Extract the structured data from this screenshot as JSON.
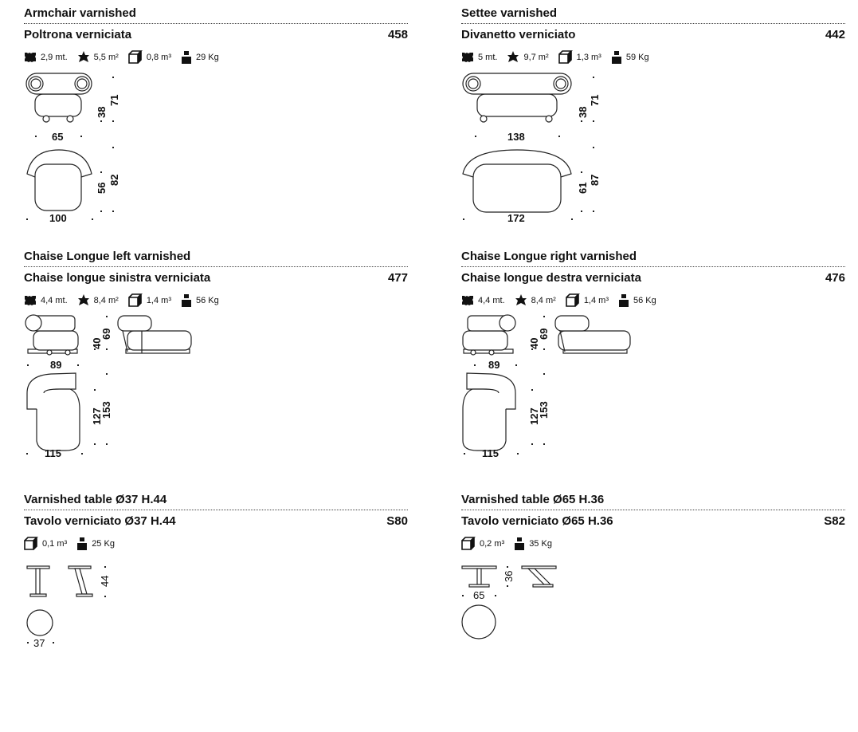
{
  "products": [
    {
      "title_en": "Armchair varnished",
      "title_it": "Poltrona verniciata",
      "code": "458",
      "specs": {
        "leather": "2,9 mt.",
        "fabric": "5,5 m²",
        "volume": "0,8 m³",
        "weight": "29 Kg"
      },
      "dims": {
        "front_width": "65",
        "seat_height": "38",
        "height": "71",
        "width": "100",
        "seat_depth": "56",
        "depth": "82"
      }
    },
    {
      "title_en": "Settee varnished",
      "title_it": "Divanetto verniciato",
      "code": "442",
      "specs": {
        "leather": "5 mt.",
        "fabric": "9,7 m²",
        "volume": "1,3 m³",
        "weight": "59 Kg"
      },
      "dims": {
        "front_width": "138",
        "seat_height": "38",
        "height": "71",
        "width": "172",
        "seat_depth": "61",
        "depth": "87"
      }
    },
    {
      "title_en": "Chaise Longue left varnished",
      "title_it": "Chaise longue sinistra verniciata",
      "code": "477",
      "specs": {
        "leather": "4,4 mt.",
        "fabric": "8,4 m²",
        "volume": "1,4 m³",
        "weight": "56 Kg"
      },
      "dims": {
        "front_width": "89",
        "seat_height": "40",
        "height": "69",
        "width": "115",
        "seat_depth": "127",
        "depth": "153"
      }
    },
    {
      "title_en": "Chaise Longue right varnished",
      "title_it": "Chaise longue destra verniciata",
      "code": "476",
      "specs": {
        "leather": "4,4 mt.",
        "fabric": "8,4 m²",
        "volume": "1,4 m³",
        "weight": "56 Kg"
      },
      "dims": {
        "front_width": "89",
        "seat_height": "40",
        "height": "69",
        "width": "115",
        "seat_depth": "127",
        "depth": "153"
      }
    },
    {
      "title_en": "Varnished table Ø37 H.44",
      "title_it": "Tavolo verniciato Ø37 H.44",
      "code": "S80",
      "specs": {
        "volume": "0,1 m³",
        "weight": "25 Kg"
      },
      "dims": {
        "height": "44",
        "diameter": "37"
      }
    },
    {
      "title_en": "Varnished table Ø65 H.36",
      "title_it": "Tavolo verniciato Ø65 H.36",
      "code": "S82",
      "specs": {
        "volume": "0,2 m³",
        "weight": "35 Kg"
      },
      "dims": {
        "height": "36",
        "diameter": "65"
      }
    }
  ]
}
